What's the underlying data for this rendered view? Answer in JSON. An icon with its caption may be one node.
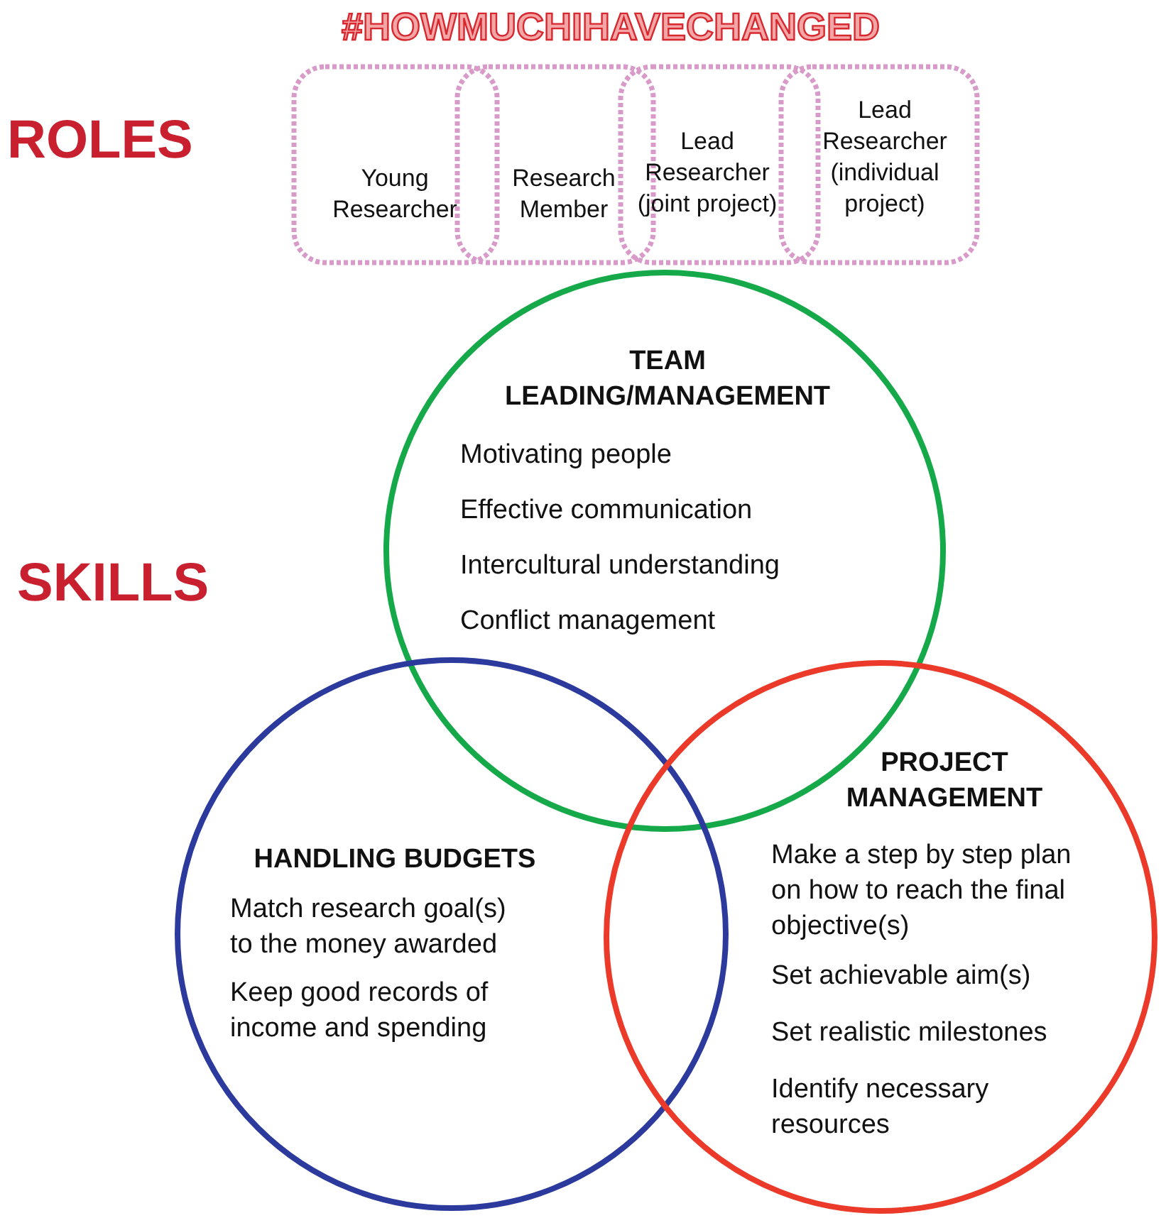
{
  "diagram": {
    "title": "#HOWMUCHIHAVECHANGED",
    "nodes": [
      {
        "text": [
          "Young Researcher"
        ]
      },
      {
        "text": [
          "Research Member"
        ]
      },
      {
        "text": [
          "Lead Researcher (joint project)"
        ]
      },
      {
        "text": [
          "Lead Researcher (individual project)"
        ]
      },
      {
        "text": [
          "TEAM LEADING/MANAGEMENT",
          "Motivating people",
          "Effective communication",
          "Intercultural understanding",
          "Conflict management"
        ]
      },
      {
        "text": [
          "HANDLING BUDGETS",
          "Match research goal(s) to the money awarded",
          "Keep good records of income and spending"
        ]
      },
      {
        "text": [
          "PROJECT MANAGEMENT",
          "Make a step by step plan on how to reach the final objective(s)",
          "Set achievable aim(s)",
          "Set realistic milestones",
          "Identify necessary resources"
        ]
      }
    ],
    "labels": [
      "ROLES",
      "SKILLS"
    ]
  }
}
